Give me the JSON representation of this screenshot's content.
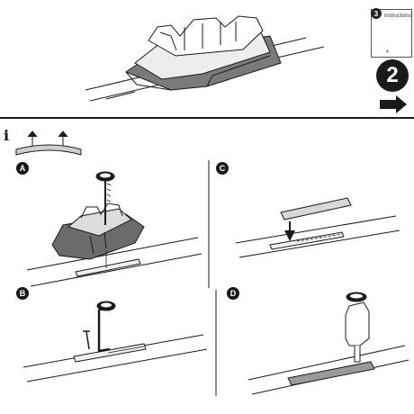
{
  "step": {
    "number": "2"
  },
  "info_marker": "i",
  "reference_card": {
    "number": "3",
    "text": "instructions",
    "footer": "4"
  },
  "panels": [
    {
      "label": "A"
    },
    {
      "label": "B"
    },
    {
      "label": "C"
    },
    {
      "label": "D"
    }
  ],
  "icons": {
    "next": "arrow-right-icon",
    "rotate": "rotate-arrow-icon",
    "down": "arrow-down-icon"
  },
  "colors": {
    "ink": "#1a1a1a",
    "foot_fill": "#6b6b6b",
    "rail_fill": "#f4f4f4",
    "pad_fill": "#cfcfcf"
  }
}
